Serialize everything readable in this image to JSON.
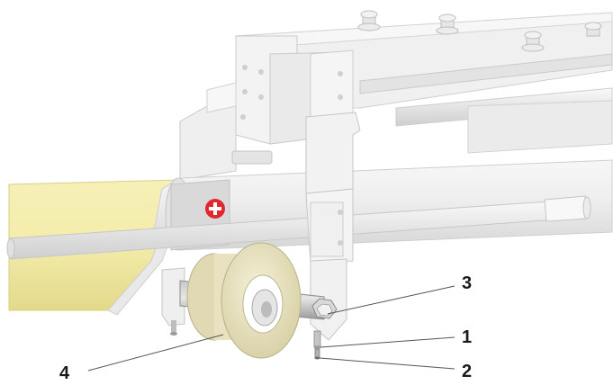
{
  "callouts": {
    "c1": {
      "text": "1",
      "part": "pin-tip"
    },
    "c2": {
      "text": "2",
      "part": "bolt-tip"
    },
    "c3": {
      "text": "3",
      "part": "hex-nut"
    },
    "c4": {
      "text": "4",
      "part": "roller-wheel"
    }
  },
  "colors": {
    "frame": "#efefef",
    "frame_edge": "#c9c9c9",
    "tube_yellow": "#f3eca9",
    "tube_yellow_shade": "#e6dd8e",
    "roller": "#eee9c6",
    "red_badge": "#e2282f",
    "leader_line": "#555555",
    "label_text": "#1a1a1a"
  },
  "icons": [
    "swiss-cross-icon"
  ]
}
